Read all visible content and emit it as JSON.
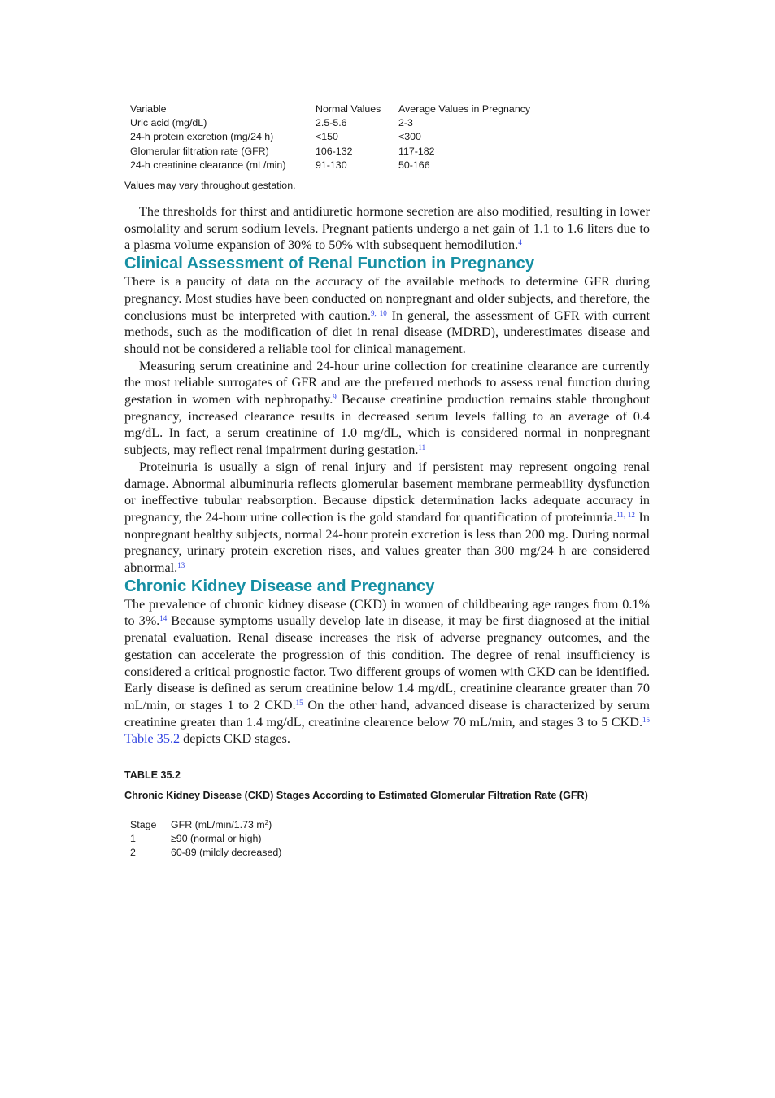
{
  "table1": {
    "headers": [
      "Variable",
      "Normal Values",
      "Average Values in Pregnancy"
    ],
    "rows": [
      [
        "Uric acid (mg/dL)",
        "2.5-5.6",
        "2-3"
      ],
      [
        "24-h protein excretion (mg/24 h)",
        "<150",
        "<300"
      ],
      [
        "Glomerular filtration rate (GFR)",
        "106-132",
        "117-182"
      ],
      [
        "24-h creatinine clearance (mL/min)",
        "91-130",
        "50-166"
      ]
    ],
    "note": "Values may vary throughout gestation."
  },
  "para_thresholds": {
    "text": "The thresholds for thirst and antidiuretic hormone secretion are also modified, resulting in lower osmolality and serum sodium levels. Pregnant patients undergo a net gain of 1.1 to 1.6 liters due to a plasma volume expansion of 30% to 50% with subsequent hemodilution.",
    "ref": "4"
  },
  "section_clinical": {
    "heading": "Clinical Assessment of Renal Function in Pregnancy",
    "p1_a": "There is a paucity of data on the accuracy of the available methods to determine GFR during pregnancy. Most studies have been conducted on nonpregnant and older subjects, and therefore, the conclusions must be interpreted with caution.",
    "p1_ref": "9, 10",
    "p1_b": " In general, the assessment of GFR with current methods, such as the modification of diet in renal disease (MDRD), underestimates disease and should not be considered a reliable tool for clinical management.",
    "p2_a": "Measuring serum creatinine and 24-hour urine collection for creatinine clearance are currently the most reliable surrogates of GFR and are the preferred methods to assess renal function during gestation in women with nephropathy.",
    "p2_ref1": "9",
    "p2_b": " Because creatinine production remains stable throughout pregnancy, increased clearance results in decreased serum levels falling to an average of 0.4 mg/dL. In fact, a serum creatinine of 1.0 mg/dL, which is considered normal in nonpregnant subjects, may reflect renal impairment during gestation.",
    "p2_ref2": "11",
    "p3_a": "Proteinuria is usually a sign of renal injury and if persistent may represent ongoing renal damage. Abnormal albuminuria reflects glomerular basement membrane permeability dysfunction or ineffective tubular reabsorption. Because dipstick determination lacks adequate accuracy in pregnancy, the 24-hour urine collection is the gold standard for quantification of proteinuria.",
    "p3_ref1": "11, 12",
    "p3_b": " In nonpregnant healthy subjects, normal 24-hour protein excretion is less than 200 mg. During normal pregnancy, urinary protein excretion rises, and values greater than 300 mg/24 h are considered abnormal.",
    "p3_ref2": "13"
  },
  "section_ckd": {
    "heading": "Chronic Kidney Disease and Pregnancy",
    "p_a": "The prevalence of chronic kidney disease (CKD) in women of childbearing age ranges from 0.1% to 3%.",
    "p_ref1": "14",
    "p_b": " Because symptoms usually develop late in disease, it may be first diagnosed at the initial prenatal evaluation. Renal disease increases the risk of adverse pregnancy outcomes, and the gestation can accelerate the progression of this condition. The degree of renal insufficiency is considered a critical prognostic factor. Two different groups of women with CKD can be identified. Early disease is defined as serum creatinine below 1.4 mg/dL, creatinine clearance greater than 70 mL/min, or stages 1 to 2 CKD.",
    "p_ref2": "15",
    "p_c": " On the other hand, advanced disease is characterized by serum creatinine greater than 1.4 mg/dL, creatinine clearence below 70 mL/min, and stages 3 to 5 CKD.",
    "p_ref3": "15",
    "p_table_link": "Table 35.2",
    "p_d": " depicts CKD stages."
  },
  "table2": {
    "label": "TABLE 35.2",
    "caption": "Chronic Kidney Disease (CKD) Stages According to Estimated Glomerular Filtration Rate (GFR)",
    "header_stage": "Stage",
    "header_gfr": "GFR (mL/min/1.73 m",
    "header_gfr_sup": "2",
    "header_gfr_close": ")",
    "rows": [
      [
        "1",
        "≥90 (normal or high)"
      ],
      [
        "2",
        "60-89 (mildly decreased)"
      ]
    ]
  }
}
